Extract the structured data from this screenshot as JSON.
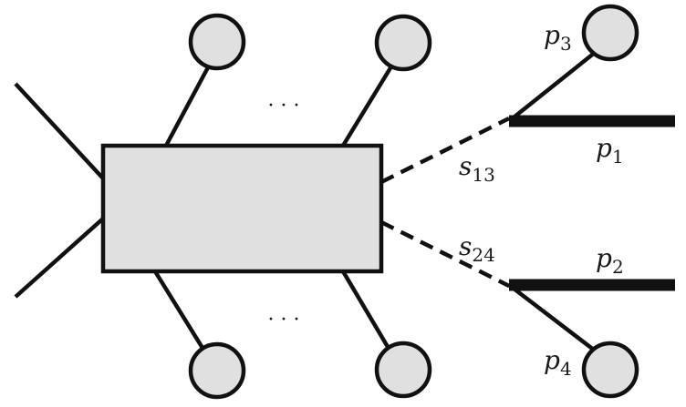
{
  "colors": {
    "stroke": "#111111",
    "fill": "#e0e0e0",
    "background": "#ffffff"
  },
  "labels": {
    "p1": {
      "main": "p",
      "sub": "1"
    },
    "p2": {
      "main": "p",
      "sub": "2"
    },
    "p3": {
      "main": "p",
      "sub": "3"
    },
    "p4": {
      "main": "p",
      "sub": "4"
    },
    "s13": {
      "main": "s",
      "sub": "13"
    },
    "s24": {
      "main": "s",
      "sub": "24"
    },
    "dots_top": "· · ·",
    "dots_bottom": "· · ·"
  }
}
